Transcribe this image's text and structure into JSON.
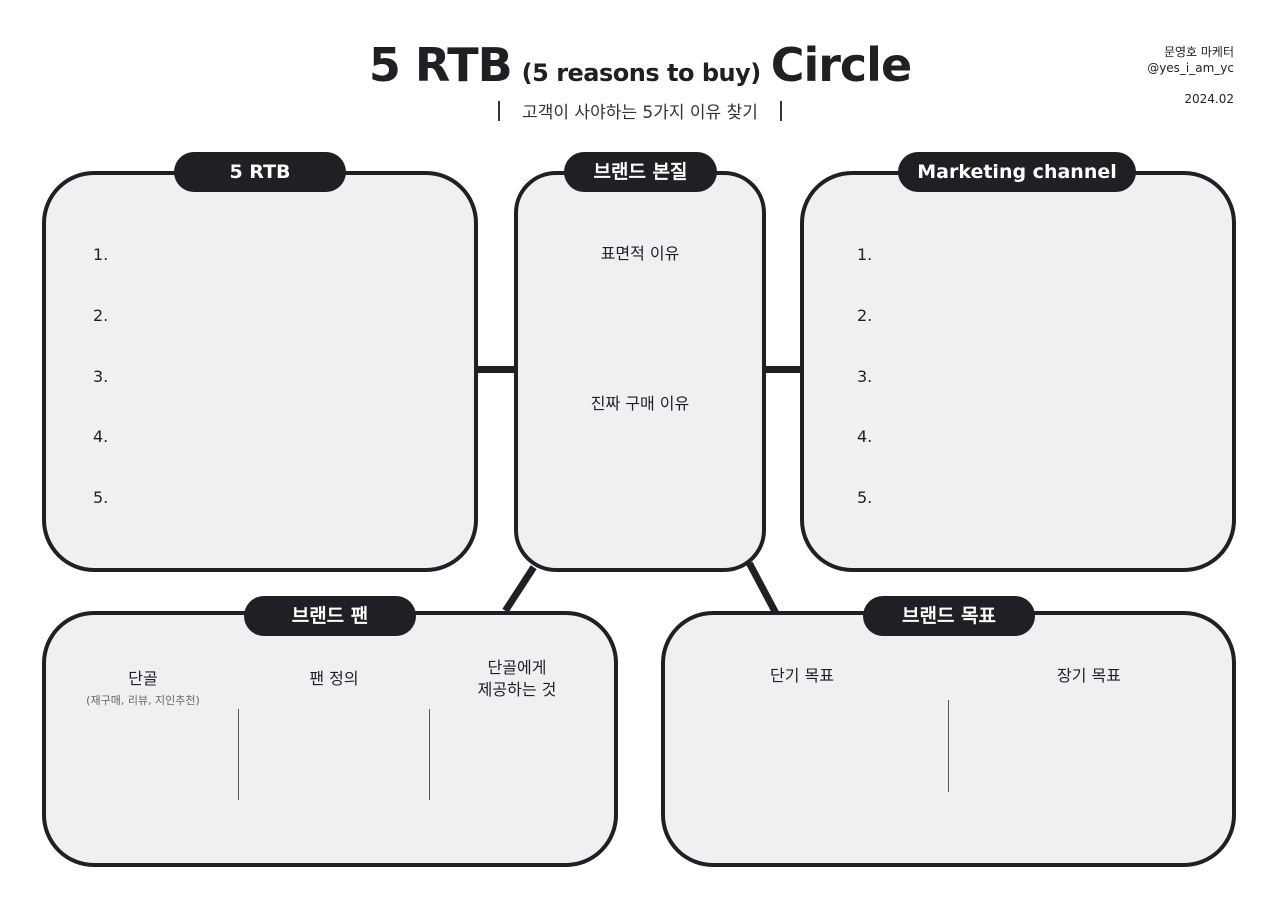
{
  "header": {
    "title_main": "5 RTB",
    "title_paren": "(5 reasons to buy)",
    "title_end": "Circle",
    "subtitle": "고객이 사야하는 5가지 이유 찾기",
    "author_name": "문영호 마케터",
    "author_handle": "@yes_i_am_yc",
    "date": "2024.02"
  },
  "rtb": {
    "label": "5 RTB",
    "items": [
      "1.",
      "2.",
      "3.",
      "4.",
      "5."
    ]
  },
  "essence": {
    "label": "브랜드 본질",
    "surface_reason": "표면적 이유",
    "real_reason": "진짜 구매 이유"
  },
  "channel": {
    "label": "Marketing channel",
    "items": [
      "1.",
      "2.",
      "3.",
      "4.",
      "5."
    ]
  },
  "fan": {
    "label": "브랜드 팬",
    "col1": "단골",
    "col1_note": "(재구매, 리뷰, 지인추천)",
    "col2": "팬 정의",
    "col3_line1": "단골에게",
    "col3_line2": "제공하는 것"
  },
  "goal": {
    "label": "브랜드 목표",
    "short": "단기 목표",
    "long": "장기 목표"
  }
}
